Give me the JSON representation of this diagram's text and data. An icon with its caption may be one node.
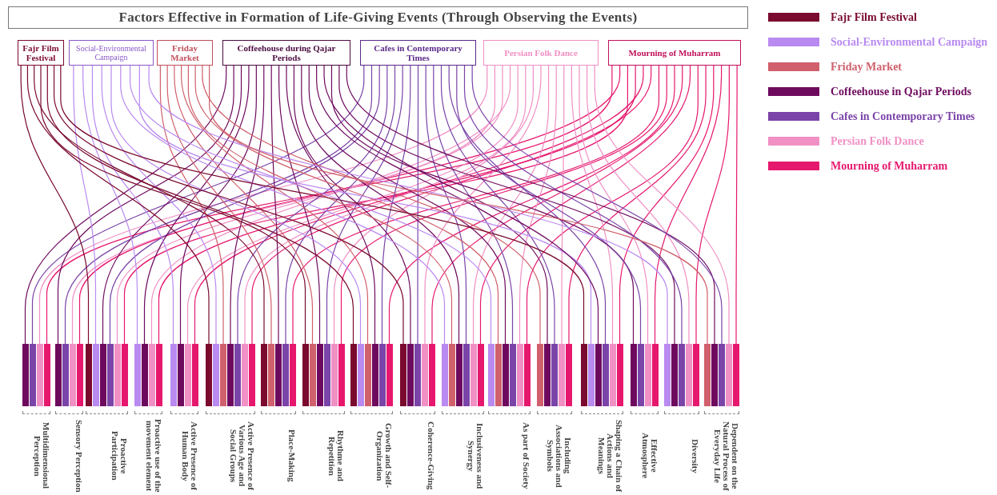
{
  "diagram": {
    "title": "Factors Effective in Formation of Life-Giving Events (Through Observing the Events)",
    "nodes": [
      {
        "text": [
          "Fajr Film Festival"
        ]
      },
      {
        "text": [
          "Social-Environmental Campaign"
        ]
      },
      {
        "text": [
          "Friday Market"
        ]
      },
      {
        "text": [
          "Coffeehouse during Qajar Periods"
        ]
      },
      {
        "text": [
          "Cafes in Contemporary Times"
        ]
      },
      {
        "text": [
          "Persian Folk Dance"
        ]
      },
      {
        "text": [
          "Mourning of Muharram"
        ]
      },
      {
        "text": [
          "Multidimensional Perception"
        ]
      },
      {
        "text": [
          "Sensory Perception"
        ]
      },
      {
        "text": [
          "Proactive Participation"
        ]
      },
      {
        "text": [
          "Proactive use of the movement element"
        ]
      },
      {
        "text": [
          "Active Presence of Human Body"
        ]
      },
      {
        "text": [
          "Active Presence of Various Age and Social Groups"
        ]
      },
      {
        "text": [
          "Place-Making"
        ]
      },
      {
        "text": [
          "Rhythme and Repetition"
        ]
      },
      {
        "text": [
          "Growth and Self-Organization"
        ]
      },
      {
        "text": [
          "Coherence-Giving"
        ]
      },
      {
        "text": [
          "Inclusiveness and Synergy"
        ]
      },
      {
        "text": [
          "As part of Society"
        ]
      },
      {
        "text": [
          "Including Associations and Symbols"
        ]
      },
      {
        "text": [
          "Shaping a Chain of Actions and Meanings"
        ]
      },
      {
        "text": [
          "Effective Atmosphere"
        ]
      },
      {
        "text": [
          "Diversity"
        ]
      },
      {
        "text": [
          "Dependent on the Natural Process of Everyday Life"
        ]
      }
    ],
    "edges": [
      {
        "from": 3,
        "to": 7,
        "arrow": "none",
        "color": "#6e0a5e"
      },
      {
        "from": 4,
        "to": 7,
        "arrow": "none",
        "color": "#7a44a8"
      },
      {
        "from": 5,
        "to": 7,
        "arrow": "none",
        "color": "#f090c4"
      },
      {
        "from": 6,
        "to": 7,
        "arrow": "none",
        "color": "#e6186e"
      },
      {
        "from": 3,
        "to": 8,
        "arrow": "none",
        "color": "#6e0a5e"
      },
      {
        "from": 4,
        "to": 8,
        "arrow": "none",
        "color": "#7a44a8"
      },
      {
        "from": 5,
        "to": 8,
        "arrow": "none",
        "color": "#f090c4"
      },
      {
        "from": 6,
        "to": 8,
        "arrow": "none",
        "color": "#e6186e"
      },
      {
        "from": 0,
        "to": 9,
        "arrow": "none",
        "color": "#7a0a2e"
      },
      {
        "from": 1,
        "to": 9,
        "arrow": "none",
        "color": "#b98af0"
      },
      {
        "from": 3,
        "to": 9,
        "arrow": "none",
        "color": "#6e0a5e"
      },
      {
        "from": 4,
        "to": 9,
        "arrow": "none",
        "color": "#7a44a8"
      },
      {
        "from": 5,
        "to": 9,
        "arrow": "none",
        "color": "#f090c4"
      },
      {
        "from": 6,
        "to": 9,
        "arrow": "none",
        "color": "#e6186e"
      },
      {
        "from": 1,
        "to": 10,
        "arrow": "none",
        "color": "#b98af0"
      },
      {
        "from": 3,
        "to": 10,
        "arrow": "none",
        "color": "#6e0a5e"
      },
      {
        "from": 5,
        "to": 10,
        "arrow": "none",
        "color": "#f090c4"
      },
      {
        "from": 6,
        "to": 10,
        "arrow": "none",
        "color": "#e6186e"
      },
      {
        "from": 1,
        "to": 11,
        "arrow": "none",
        "color": "#b98af0"
      },
      {
        "from": 3,
        "to": 11,
        "arrow": "none",
        "color": "#6e0a5e"
      },
      {
        "from": 5,
        "to": 11,
        "arrow": "none",
        "color": "#f090c4"
      },
      {
        "from": 6,
        "to": 11,
        "arrow": "none",
        "color": "#e6186e"
      },
      {
        "from": 0,
        "to": 12,
        "arrow": "none",
        "color": "#7a0a2e"
      },
      {
        "from": 1,
        "to": 12,
        "arrow": "none",
        "color": "#b98af0"
      },
      {
        "from": 2,
        "to": 12,
        "arrow": "none",
        "color": "#d0606c"
      },
      {
        "from": 3,
        "to": 12,
        "arrow": "none",
        "color": "#6e0a5e"
      },
      {
        "from": 4,
        "to": 12,
        "arrow": "none",
        "color": "#7a44a8"
      },
      {
        "from": 5,
        "to": 12,
        "arrow": "none",
        "color": "#f090c4"
      },
      {
        "from": 6,
        "to": 12,
        "arrow": "none",
        "color": "#e6186e"
      },
      {
        "from": 0,
        "to": 13,
        "arrow": "none",
        "color": "#7a0a2e"
      },
      {
        "from": 2,
        "to": 13,
        "arrow": "none",
        "color": "#d0606c"
      },
      {
        "from": 3,
        "to": 13,
        "arrow": "none",
        "color": "#6e0a5e"
      },
      {
        "from": 4,
        "to": 13,
        "arrow": "none",
        "color": "#7a44a8"
      },
      {
        "from": 6,
        "to": 13,
        "arrow": "none",
        "color": "#e6186e"
      },
      {
        "from": 0,
        "to": 14,
        "arrow": "none",
        "color": "#7a0a2e"
      },
      {
        "from": 2,
        "to": 14,
        "arrow": "none",
        "color": "#d0606c"
      },
      {
        "from": 3,
        "to": 14,
        "arrow": "none",
        "color": "#6e0a5e"
      },
      {
        "from": 4,
        "to": 14,
        "arrow": "none",
        "color": "#7a44a8"
      },
      {
        "from": 5,
        "to": 14,
        "arrow": "none",
        "color": "#f090c4"
      },
      {
        "from": 6,
        "to": 14,
        "arrow": "none",
        "color": "#e6186e"
      },
      {
        "from": 0,
        "to": 15,
        "arrow": "none",
        "color": "#7a0a2e"
      },
      {
        "from": 1,
        "to": 15,
        "arrow": "none",
        "color": "#b98af0"
      },
      {
        "from": 2,
        "to": 15,
        "arrow": "none",
        "color": "#d0606c"
      },
      {
        "from": 3,
        "to": 15,
        "arrow": "none",
        "color": "#6e0a5e"
      },
      {
        "from": 4,
        "to": 15,
        "arrow": "none",
        "color": "#7a44a8"
      },
      {
        "from": 6,
        "to": 15,
        "arrow": "none",
        "color": "#e6186e"
      },
      {
        "from": 0,
        "to": 16,
        "arrow": "none",
        "color": "#7a0a2e"
      },
      {
        "from": 3,
        "to": 16,
        "arrow": "none",
        "color": "#6e0a5e"
      },
      {
        "from": 4,
        "to": 16,
        "arrow": "none",
        "color": "#7a44a8"
      },
      {
        "from": 5,
        "to": 16,
        "arrow": "none",
        "color": "#f090c4"
      },
      {
        "from": 6,
        "to": 16,
        "arrow": "none",
        "color": "#e6186e"
      },
      {
        "from": 1,
        "to": 17,
        "arrow": "none",
        "color": "#b98af0"
      },
      {
        "from": 2,
        "to": 17,
        "arrow": "none",
        "color": "#d0606c"
      },
      {
        "from": 3,
        "to": 17,
        "arrow": "none",
        "color": "#6e0a5e"
      },
      {
        "from": 4,
        "to": 17,
        "arrow": "none",
        "color": "#7a44a8"
      },
      {
        "from": 5,
        "to": 17,
        "arrow": "none",
        "color": "#f090c4"
      },
      {
        "from": 6,
        "to": 17,
        "arrow": "none",
        "color": "#e6186e"
      },
      {
        "from": 1,
        "to": 18,
        "arrow": "none",
        "color": "#b98af0"
      },
      {
        "from": 2,
        "to": 18,
        "arrow": "none",
        "color": "#d0606c"
      },
      {
        "from": 3,
        "to": 18,
        "arrow": "none",
        "color": "#6e0a5e"
      },
      {
        "from": 4,
        "to": 18,
        "arrow": "none",
        "color": "#7a44a8"
      },
      {
        "from": 5,
        "to": 18,
        "arrow": "none",
        "color": "#f090c4"
      },
      {
        "from": 6,
        "to": 18,
        "arrow": "none",
        "color": "#e6186e"
      },
      {
        "from": 2,
        "to": 19,
        "arrow": "none",
        "color": "#d0606c"
      },
      {
        "from": 3,
        "to": 19,
        "arrow": "none",
        "color": "#6e0a5e"
      },
      {
        "from": 4,
        "to": 19,
        "arrow": "none",
        "color": "#7a44a8"
      },
      {
        "from": 5,
        "to": 19,
        "arrow": "none",
        "color": "#f090c4"
      },
      {
        "from": 6,
        "to": 19,
        "arrow": "none",
        "color": "#e6186e"
      },
      {
        "from": 0,
        "to": 20,
        "arrow": "none",
        "color": "#7a0a2e"
      },
      {
        "from": 1,
        "to": 20,
        "arrow": "none",
        "color": "#b98af0"
      },
      {
        "from": 3,
        "to": 20,
        "arrow": "none",
        "color": "#6e0a5e"
      },
      {
        "from": 4,
        "to": 20,
        "arrow": "none",
        "color": "#7a44a8"
      },
      {
        "from": 5,
        "to": 20,
        "arrow": "none",
        "color": "#f090c4"
      },
      {
        "from": 6,
        "to": 20,
        "arrow": "none",
        "color": "#e6186e"
      },
      {
        "from": 3,
        "to": 21,
        "arrow": "none",
        "color": "#6e0a5e"
      },
      {
        "from": 4,
        "to": 21,
        "arrow": "none",
        "color": "#7a44a8"
      },
      {
        "from": 5,
        "to": 21,
        "arrow": "none",
        "color": "#f090c4"
      },
      {
        "from": 6,
        "to": 21,
        "arrow": "none",
        "color": "#e6186e"
      },
      {
        "from": 1,
        "to": 22,
        "arrow": "none",
        "color": "#b98af0"
      },
      {
        "from": 3,
        "to": 22,
        "arrow": "none",
        "color": "#6e0a5e"
      },
      {
        "from": 4,
        "to": 22,
        "arrow": "none",
        "color": "#7a44a8"
      },
      {
        "from": 5,
        "to": 22,
        "arrow": "none",
        "color": "#f090c4"
      },
      {
        "from": 6,
        "to": 22,
        "arrow": "none",
        "color": "#e6186e"
      },
      {
        "from": 2,
        "to": 23,
        "arrow": "none",
        "color": "#d0606c"
      },
      {
        "from": 3,
        "to": 23,
        "arrow": "none",
        "color": "#6e0a5e"
      },
      {
        "from": 4,
        "to": 23,
        "arrow": "none",
        "color": "#7a44a8"
      },
      {
        "from": 5,
        "to": 23,
        "arrow": "none",
        "color": "#f090c4"
      },
      {
        "from": 6,
        "to": 23,
        "arrow": "none",
        "color": "#e6186e"
      }
    ],
    "legend": [
      {
        "text": "Fajr Film Festival",
        "color": "#7a0a2e"
      },
      {
        "text": "Social-Environmental Campaign",
        "color": "#b98af0"
      },
      {
        "text": "Friday Market",
        "color": "#d0606c"
      },
      {
        "text": "Coffeehouse in Qajar Periods",
        "color": "#6e0a5e"
      },
      {
        "text": "Cafes in Contemporary Times",
        "color": "#7a44a8"
      },
      {
        "text": "Persian Folk Dance",
        "color": "#f090c4"
      },
      {
        "text": "Mourning of Muharram",
        "color": "#e6186e"
      }
    ]
  }
}
